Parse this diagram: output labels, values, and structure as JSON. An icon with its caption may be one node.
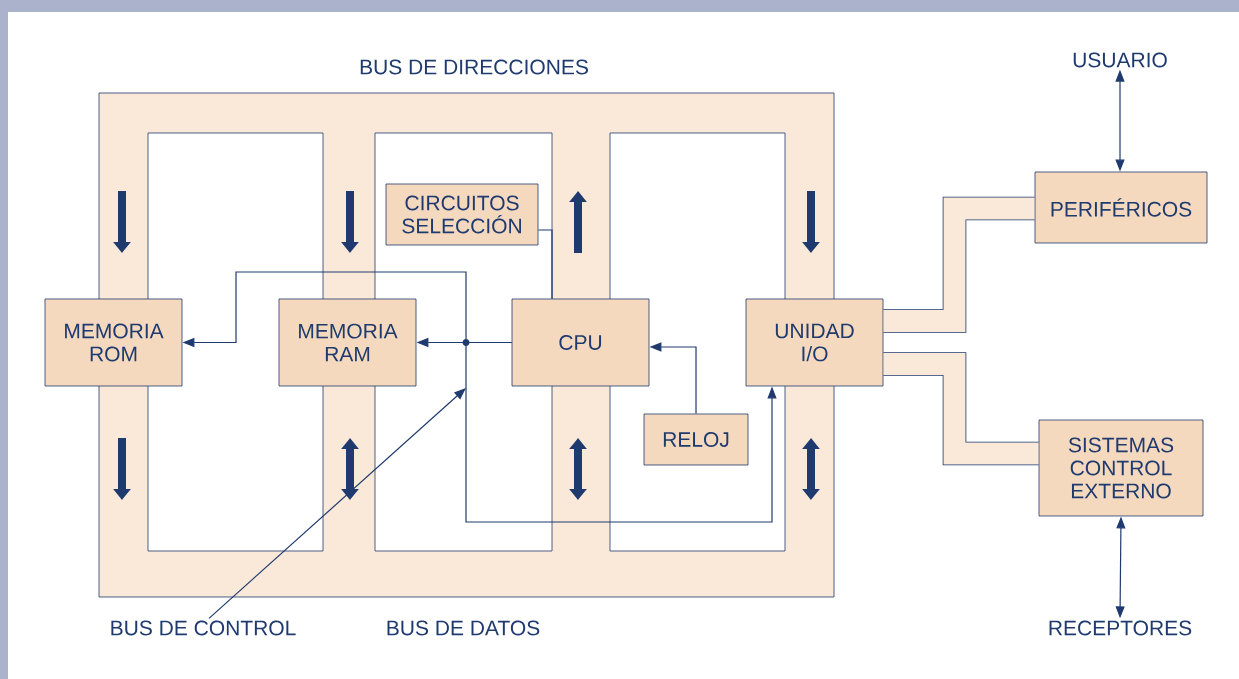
{
  "diagram": {
    "nodes": [
      {
        "text": [
          "MEMORIA ROM"
        ]
      },
      {
        "text": [
          "MEMORIA RAM"
        ]
      },
      {
        "text": [
          "CIRCUITOS SELECCIÓN"
        ]
      },
      {
        "text": [
          "CPU"
        ]
      },
      {
        "text": [
          "RELOJ"
        ]
      },
      {
        "text": [
          "UNIDAD I/O"
        ]
      },
      {
        "text": [
          "PERIFÉRICOS"
        ]
      },
      {
        "text": [
          "SISTEMAS CONTROL EXTERNO"
        ]
      },
      {
        "text": [
          "USUARIO"
        ]
      },
      {
        "text": [
          "RECEPTORES"
        ]
      },
      {
        "text": [
          "BUS DE CONTROL"
        ]
      }
    ],
    "edges": [
      {
        "from": 3,
        "to": 1,
        "arrow": "to"
      },
      {
        "from": 3,
        "to": 0,
        "arrow": "to"
      },
      {
        "from": 3,
        "to": 5,
        "arrow": "to"
      },
      {
        "from": 4,
        "to": 3,
        "arrow": "to"
      },
      {
        "from": 2,
        "to": 3,
        "arrow": "none"
      },
      {
        "from": 5,
        "to": 6,
        "arrow": "none",
        "style": "thick"
      },
      {
        "from": 5,
        "to": 7,
        "arrow": "none",
        "style": "thick"
      },
      {
        "from": 8,
        "to": 6,
        "arrow": "both"
      },
      {
        "from": 7,
        "to": 9,
        "arrow": "both"
      },
      {
        "from": 10,
        "to": null,
        "arrow": "to"
      }
    ],
    "labels": [
      "BUS DE DIRECCIONES",
      "BUS DE DATOS"
    ]
  }
}
